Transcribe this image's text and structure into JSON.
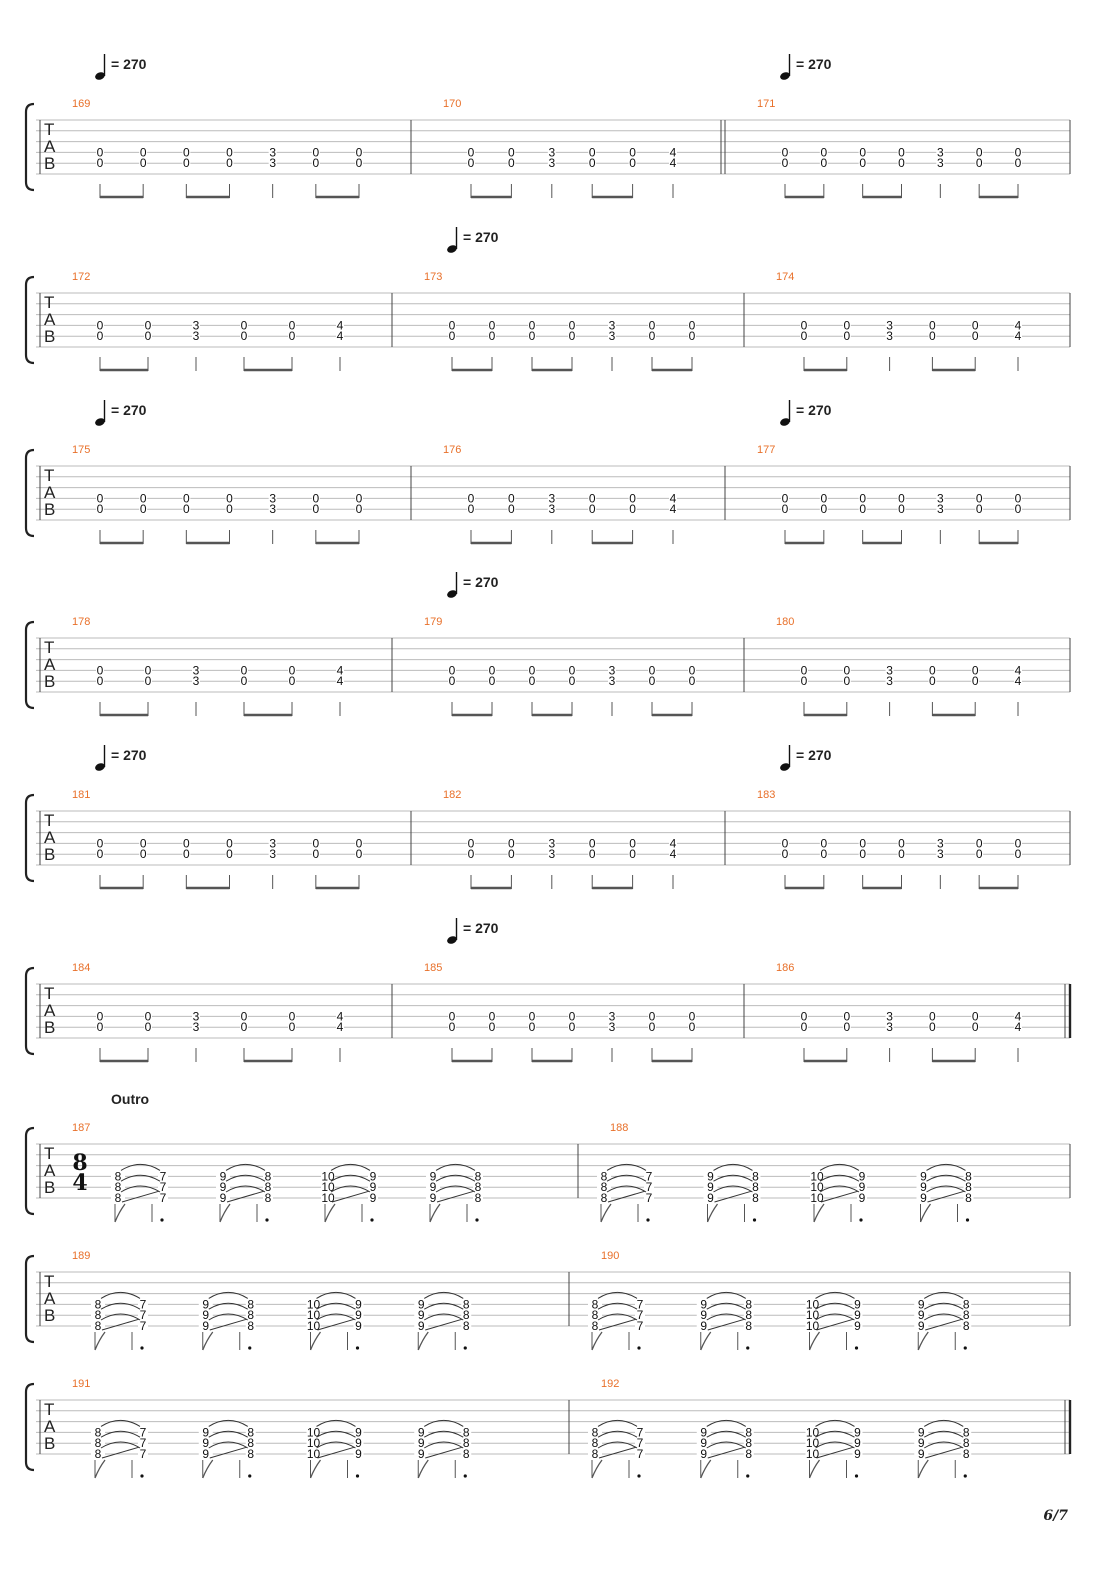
{
  "tempo_label": "= 270",
  "section_label": "Outro",
  "time_signature": {
    "top": "8",
    "bottom": "4"
  },
  "tab_letters": [
    "T",
    "A",
    "B"
  ],
  "page_number": "6/7",
  "colors": {
    "bar_number": "#e8702a",
    "staff_line": "#bbbbbb",
    "barline": "#444444",
    "ink": "#222222",
    "beam": "#555555"
  },
  "rows": [
    {
      "bars": [
        {
          "number": "169",
          "tempo": true,
          "frets": [
            "0",
            "0",
            "0",
            "0",
            "3",
            "0",
            "0"
          ],
          "pattern": "A"
        },
        {
          "number": "170",
          "tempo": false,
          "frets": [
            "0",
            "0",
            "3",
            "0",
            "0",
            "4"
          ],
          "pattern": "B"
        },
        {
          "number": "171",
          "tempo": true,
          "frets": [
            "0",
            "0",
            "0",
            "0",
            "3",
            "0",
            "0"
          ],
          "pattern": "A"
        }
      ]
    },
    {
      "bars": [
        {
          "number": "172",
          "tempo": false,
          "frets": [
            "0",
            "0",
            "3",
            "0",
            "0",
            "4"
          ],
          "pattern": "B"
        },
        {
          "number": "173",
          "tempo": true,
          "frets": [
            "0",
            "0",
            "0",
            "0",
            "3",
            "0",
            "0"
          ],
          "pattern": "A"
        },
        {
          "number": "174",
          "tempo": false,
          "frets": [
            "0",
            "0",
            "3",
            "0",
            "0",
            "4"
          ],
          "pattern": "B"
        }
      ]
    },
    {
      "bars": [
        {
          "number": "175",
          "tempo": true,
          "frets": [
            "0",
            "0",
            "0",
            "0",
            "3",
            "0",
            "0"
          ],
          "pattern": "A"
        },
        {
          "number": "176",
          "tempo": false,
          "frets": [
            "0",
            "0",
            "3",
            "0",
            "0",
            "4"
          ],
          "pattern": "B"
        },
        {
          "number": "177",
          "tempo": true,
          "frets": [
            "0",
            "0",
            "0",
            "0",
            "3",
            "0",
            "0"
          ],
          "pattern": "A"
        }
      ]
    },
    {
      "bars": [
        {
          "number": "178",
          "tempo": false,
          "frets": [
            "0",
            "0",
            "3",
            "0",
            "0",
            "4"
          ],
          "pattern": "B"
        },
        {
          "number": "179",
          "tempo": true,
          "frets": [
            "0",
            "0",
            "0",
            "0",
            "3",
            "0",
            "0"
          ],
          "pattern": "A"
        },
        {
          "number": "180",
          "tempo": false,
          "frets": [
            "0",
            "0",
            "3",
            "0",
            "0",
            "4"
          ],
          "pattern": "B"
        }
      ]
    },
    {
      "bars": [
        {
          "number": "181",
          "tempo": true,
          "frets": [
            "0",
            "0",
            "0",
            "0",
            "3",
            "0",
            "0"
          ],
          "pattern": "A"
        },
        {
          "number": "182",
          "tempo": false,
          "frets": [
            "0",
            "0",
            "3",
            "0",
            "0",
            "4"
          ],
          "pattern": "B"
        },
        {
          "number": "183",
          "tempo": true,
          "frets": [
            "0",
            "0",
            "0",
            "0",
            "3",
            "0",
            "0"
          ],
          "pattern": "A"
        }
      ]
    },
    {
      "bars": [
        {
          "number": "184",
          "tempo": false,
          "frets": [
            "0",
            "0",
            "3",
            "0",
            "0",
            "4"
          ],
          "pattern": "B"
        },
        {
          "number": "185",
          "tempo": true,
          "frets": [
            "0",
            "0",
            "0",
            "0",
            "3",
            "0",
            "0"
          ],
          "pattern": "A"
        },
        {
          "number": "186",
          "tempo": false,
          "frets": [
            "0",
            "0",
            "3",
            "0",
            "0",
            "4"
          ],
          "pattern": "B"
        }
      ]
    },
    {
      "outro": true,
      "bars": [
        {
          "number": "187",
          "chords": [
            [
              "8",
              "7"
            ],
            [
              "9",
              "8"
            ],
            [
              "10",
              "9"
            ],
            [
              "9",
              "8"
            ]
          ]
        },
        {
          "number": "188",
          "chords": [
            [
              "8",
              "7"
            ],
            [
              "9",
              "8"
            ],
            [
              "10",
              "9"
            ],
            [
              "9",
              "8"
            ]
          ]
        }
      ]
    },
    {
      "outro": true,
      "bars": [
        {
          "number": "189",
          "chords": [
            [
              "8",
              "7"
            ],
            [
              "9",
              "8"
            ],
            [
              "10",
              "9"
            ],
            [
              "9",
              "8"
            ]
          ]
        },
        {
          "number": "190",
          "chords": [
            [
              "8",
              "7"
            ],
            [
              "9",
              "8"
            ],
            [
              "10",
              "9"
            ],
            [
              "9",
              "8"
            ]
          ]
        }
      ]
    },
    {
      "outro": true,
      "bars": [
        {
          "number": "191",
          "chords": [
            [
              "8",
              "7"
            ],
            [
              "9",
              "8"
            ],
            [
              "10",
              "9"
            ],
            [
              "9",
              "8"
            ]
          ]
        },
        {
          "number": "192",
          "chords": [
            [
              "8",
              "7"
            ],
            [
              "9",
              "8"
            ],
            [
              "10",
              "9"
            ],
            [
              "9",
              "8"
            ]
          ]
        }
      ]
    }
  ]
}
